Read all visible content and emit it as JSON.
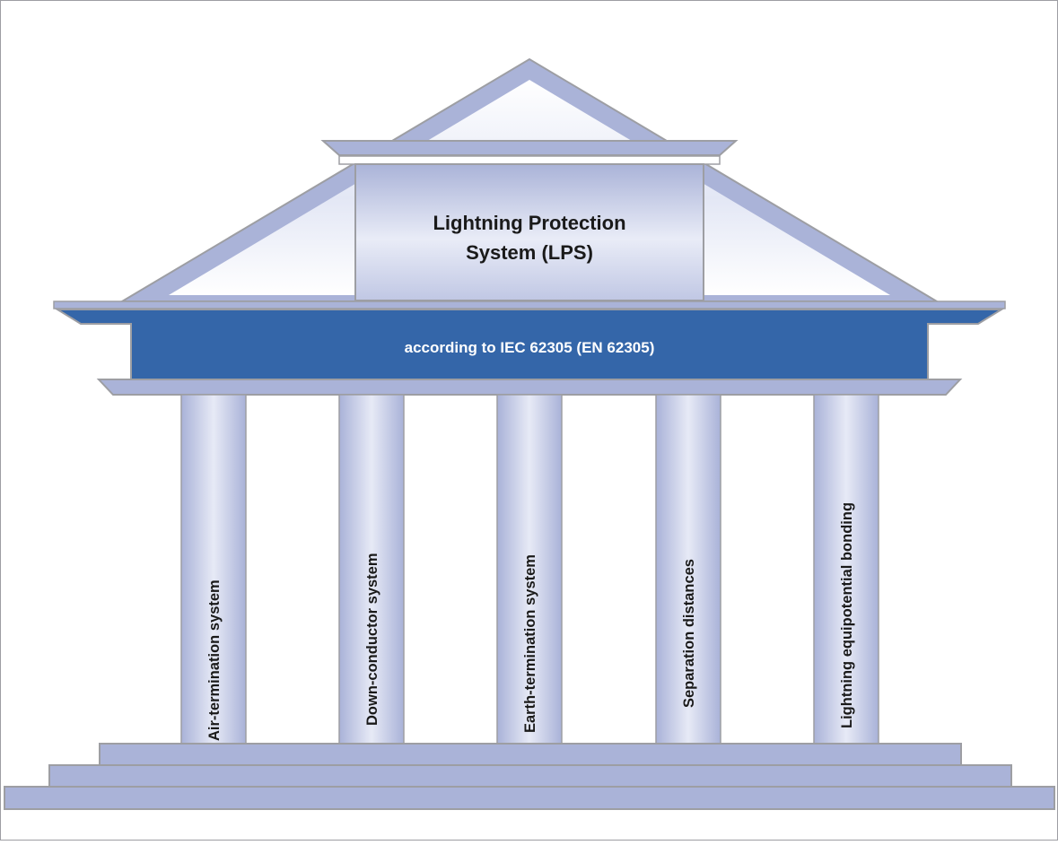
{
  "diagram": {
    "title_line1": "Lightning Protection",
    "title_line2": "System (LPS)",
    "standard": "according to IEC 62305 (EN 62305)",
    "pillars": [
      {
        "label": "Air-termination system"
      },
      {
        "label": "Down-conductor system"
      },
      {
        "label": "Earth-termination system"
      },
      {
        "label": "Separation distances"
      },
      {
        "label": "Lightning equipotential bonding"
      }
    ]
  },
  "colors": {
    "outline": "#9d9ea3",
    "lavender": "#aab3d8",
    "banner": "#3466a9",
    "banner_text": "#ffffff",
    "text": "#1a1a1a"
  }
}
